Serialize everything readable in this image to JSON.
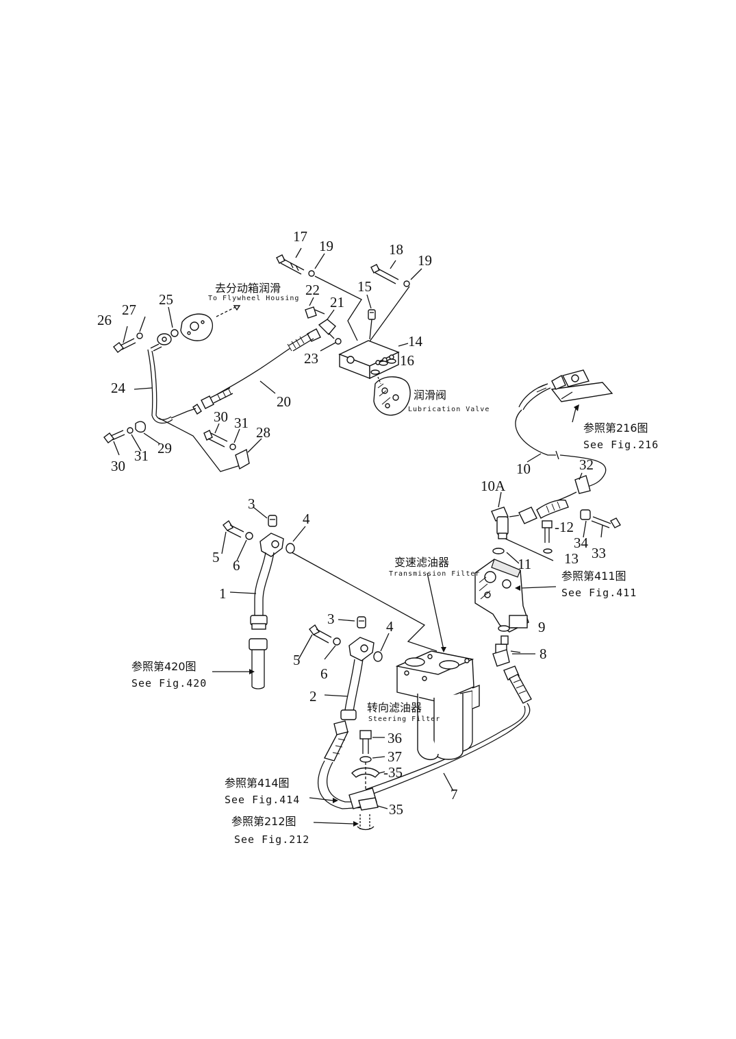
{
  "part_numbers": {
    "p1": "1",
    "p2": "2",
    "p3a": "3",
    "p3b": "3",
    "p4a": "4",
    "p4b": "4",
    "p5a": "5",
    "p5b": "5",
    "p6a": "6",
    "p6b": "6",
    "p7": "7",
    "p8": "8",
    "p9": "9",
    "p10": "10",
    "p10a": "10A",
    "p11": "11",
    "p12": "-12",
    "p13": "13",
    "p14": "14",
    "p15": "15",
    "p16": "16",
    "p17": "17",
    "p18": "18",
    "p19a": "19",
    "p19b": "19",
    "p20": "20",
    "p21": "21",
    "p22": "22",
    "p23": "23",
    "p24": "24",
    "p25": "25",
    "p26": "26",
    "p27": "27",
    "p28": "28",
    "p29": "29",
    "p30a": "30",
    "p30b": "30",
    "p31a": "31",
    "p31b": "31",
    "p32": "32",
    "p33": "33",
    "p34": "34",
    "p35a": "35",
    "p35b": "35",
    "p36": "36",
    "p37": "37"
  },
  "labels": {
    "flywheel_cn": "去分动箱润滑",
    "flywheel_en": "To Flywheel Housing",
    "lube_cn": "润滑阀",
    "lube_en": "Lubrication Valve",
    "trans_cn": "变速滤油器",
    "trans_en": "Transmission Filter",
    "steer_cn": "转向滤油器",
    "steer_en": "Steering Filter",
    "ref216_cn": "参照第216图",
    "ref216_en": "See Fig.216",
    "ref411_cn": "参照第411图",
    "ref411_en": "See Fig.411",
    "ref420_cn": "参照第420图",
    "ref420_en": "See Fig.420",
    "ref414_cn": "参照第414图",
    "ref414_en": "See Fig.414",
    "ref212_cn": "参照第212图",
    "ref212_en": "See Fig.212"
  }
}
